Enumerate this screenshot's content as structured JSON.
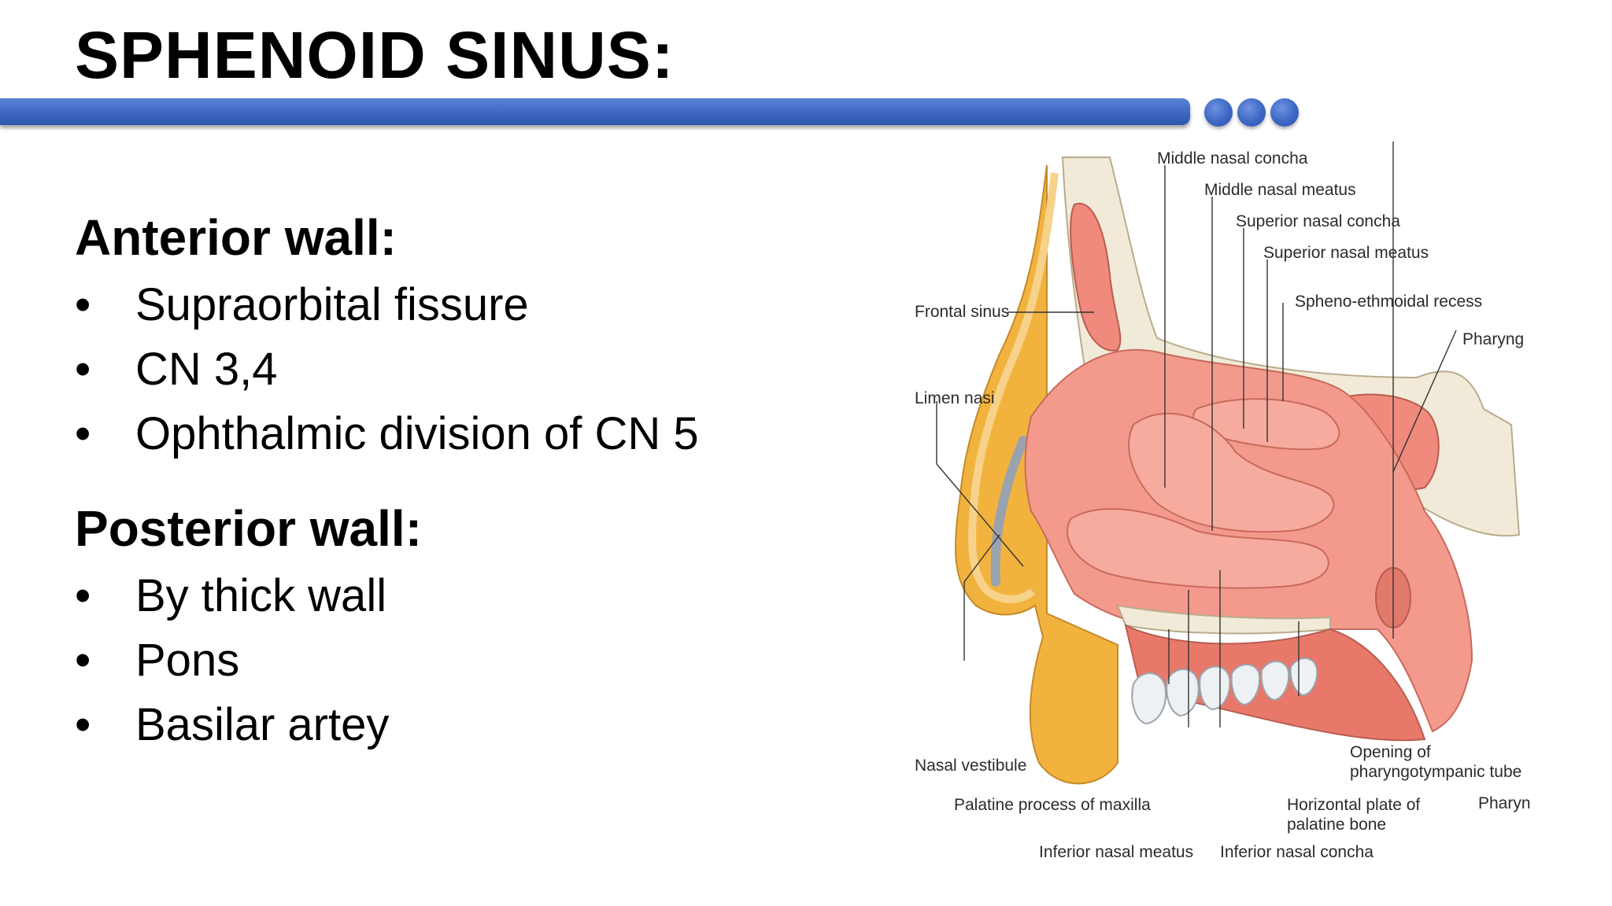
{
  "title": "SPHENOID SINUS:",
  "colors": {
    "accent_bar": "#3d67c4",
    "mucosa": "#f39a8c",
    "bone": "#f2ead8",
    "skin": "#f2b33e"
  },
  "sections": [
    {
      "heading": "Anterior wall:",
      "bullets": [
        "Supraorbital fissure",
        "CN 3,4",
        "Ophthalmic  division of CN 5"
      ]
    },
    {
      "heading": "Posterior wall:",
      "bullets": [
        "By thick wall",
        "Pons",
        "Basilar artey"
      ]
    }
  ],
  "bullet_glyph": "•",
  "figure": {
    "labels": {
      "middle_nasal_concha": "Middle nasal concha",
      "middle_nasal_meatus": "Middle nasal meatus",
      "superior_nasal_concha": "Superior nasal concha",
      "superior_nasal_meatus": "Superior nasal meatus",
      "spheno_ethmoidal_recess": "Spheno-ethmoidal recess",
      "frontal_sinus": "Frontal sinus",
      "pharyng": "Pharyng",
      "limen_nasi": "Limen nasi",
      "nasal_vestibule": "Nasal vestibule",
      "opening_of": "Opening of",
      "pharyngotympanic_tube": "pharyngotympanic tube",
      "palatine_process": "Palatine process of maxilla",
      "horizontal_plate_of": "Horizontal plate of",
      "palatine_bone": "palatine bone",
      "pharyn": "Pharyn",
      "inferior_nasal_meatus": "Inferior nasal meatus",
      "inferior_nasal_concha": "Inferior nasal concha"
    }
  }
}
